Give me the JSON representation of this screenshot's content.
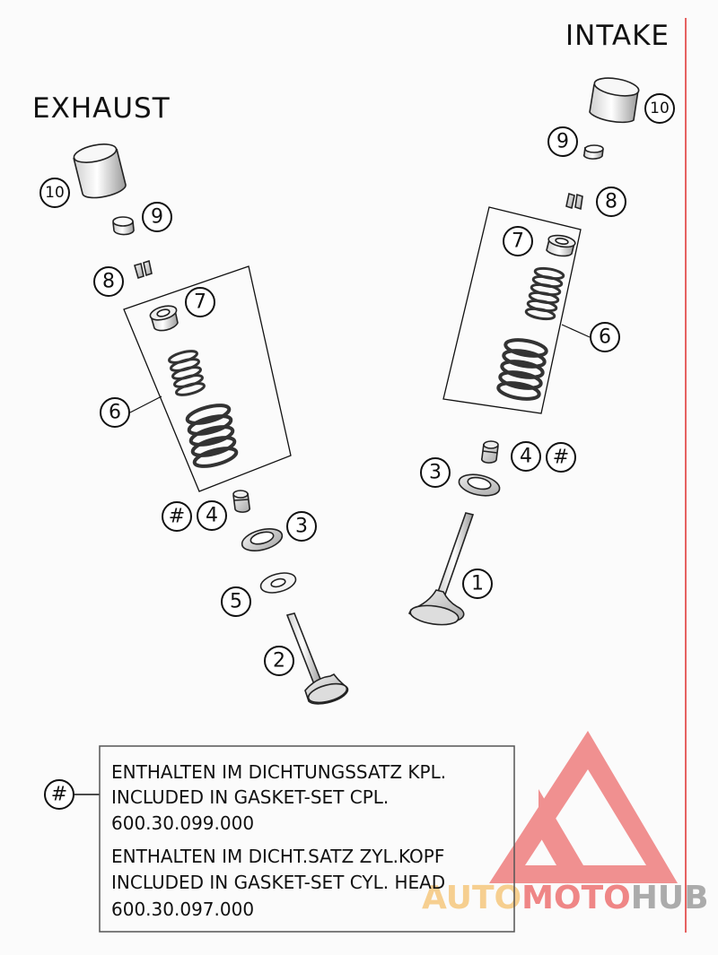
{
  "titles": {
    "intake": "INTAKE",
    "exhaust": "EXHAUST"
  },
  "callouts": {
    "one": "1",
    "two": "2",
    "three": "3",
    "four": "4",
    "five": "5",
    "six": "6",
    "seven": "7",
    "eight": "8",
    "nine": "9",
    "ten": "10",
    "hash": "#"
  },
  "legend": {
    "symbol": "#",
    "line1": "ENTHALTEN IM DICHTUNGSSATZ KPL.",
    "line2": "INCLUDED IN GASKET-SET CPL.",
    "line3": "600.30.099.000",
    "line4": "ENTHALTEN IM DICHT.SATZ ZYL.KOPF",
    "line5": "INCLUDED IN GASKET-SET CYL. HEAD",
    "line6": "600.30.097.000"
  },
  "watermark": {
    "part1": "AUTO",
    "part2": "MOTO",
    "part3": "HUB"
  },
  "colors": {
    "line": "#111111",
    "red_rule": "#e0302e",
    "watermark_red": "#e83a3a",
    "watermark_orange": "#f4b24a",
    "watermark_gray": "#777777"
  }
}
